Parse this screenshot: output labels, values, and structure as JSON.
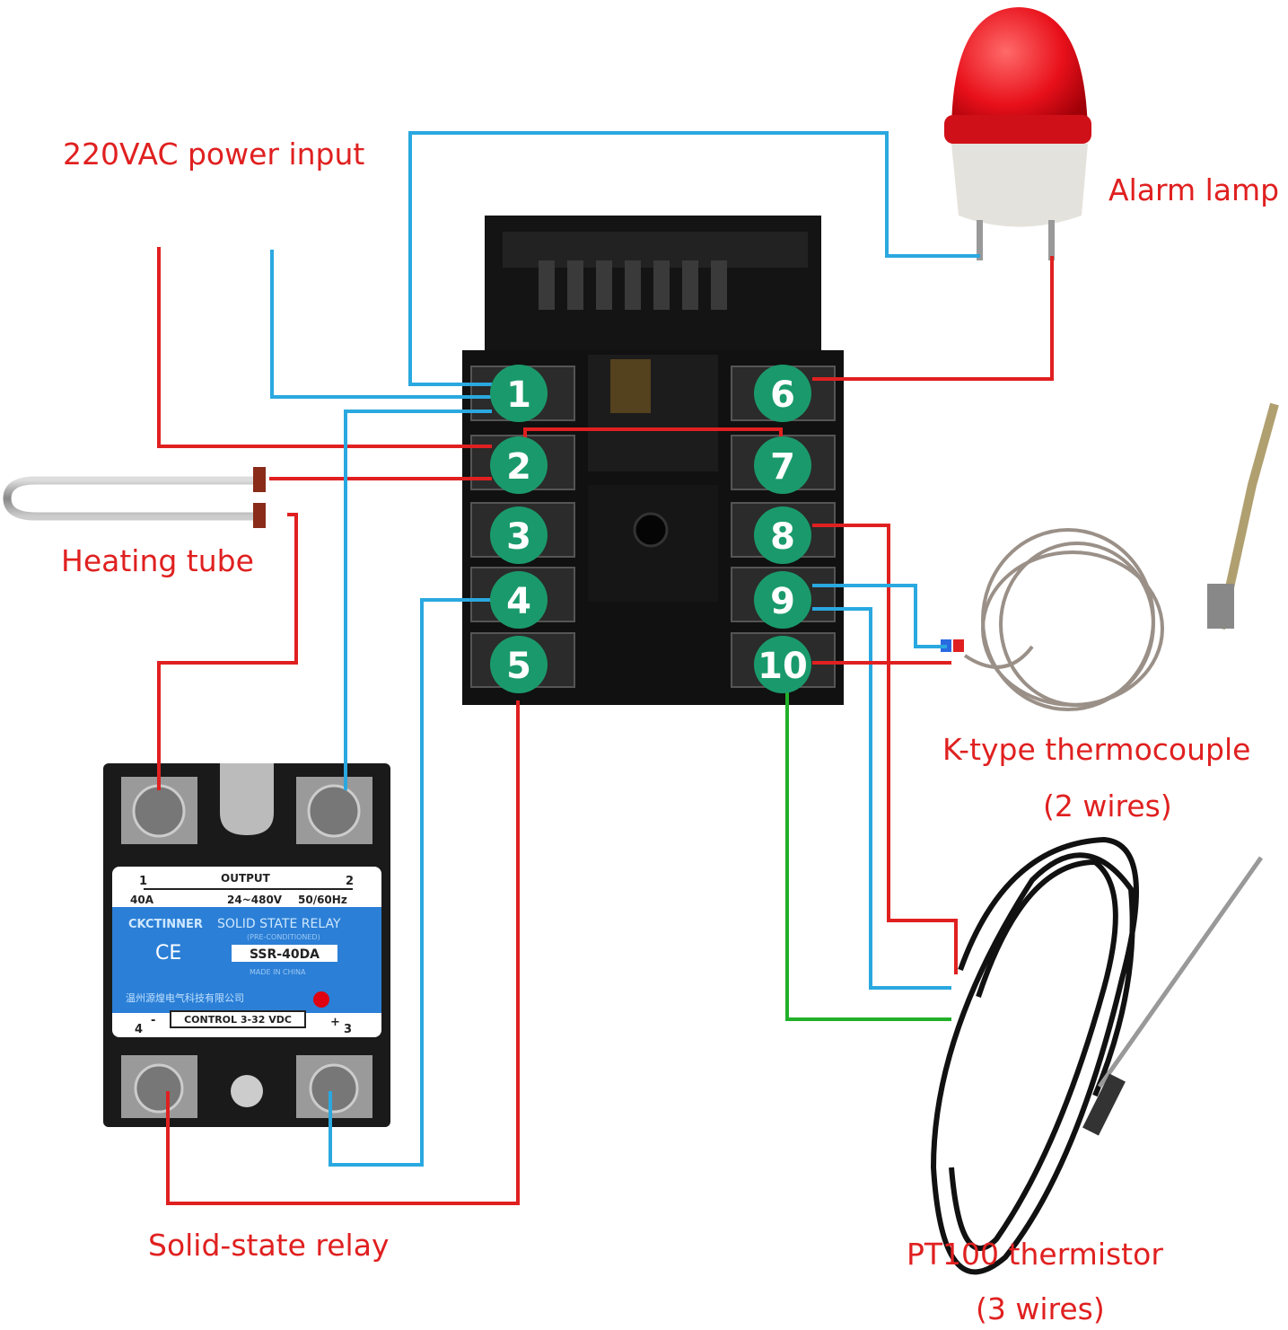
{
  "labels": {
    "power_input": "220VAC power input",
    "alarm_lamp": "Alarm lamp",
    "heating_tube": "Heating tube",
    "thermocouple": "K-type thermocouple",
    "thermocouple_note": "(2 wires)",
    "ssr": "Solid-state relay",
    "pt100": "PT100 thermistor",
    "pt100_note": "(3 wires)"
  },
  "terminals": {
    "left": [
      "1",
      "2",
      "3",
      "4",
      "5"
    ],
    "right": [
      "6",
      "7",
      "8",
      "9",
      "10"
    ]
  },
  "relay": {
    "term1": "1",
    "term2": "2",
    "output": "OUTPUT",
    "current": "40A",
    "voltage": "24~480V",
    "freq": "50/60Hz",
    "brand": "CKCTINNER",
    "title": "SOLID STATE RELAY",
    "pre": "(PRE-CONDITIONED)",
    "ce": "CE",
    "model": "SSR-40DA",
    "made": "MADE IN CHINA",
    "company": "温州源煌电气科技有限公司",
    "control": "CONTROL 3-32 VDC",
    "term4": "4",
    "term3": "3",
    "minus": "-",
    "plus": "+"
  },
  "colors": {
    "red": "#e02020",
    "blue": "#2aa8e0",
    "green": "#22b02a",
    "terminal": "#1a9a6c"
  }
}
